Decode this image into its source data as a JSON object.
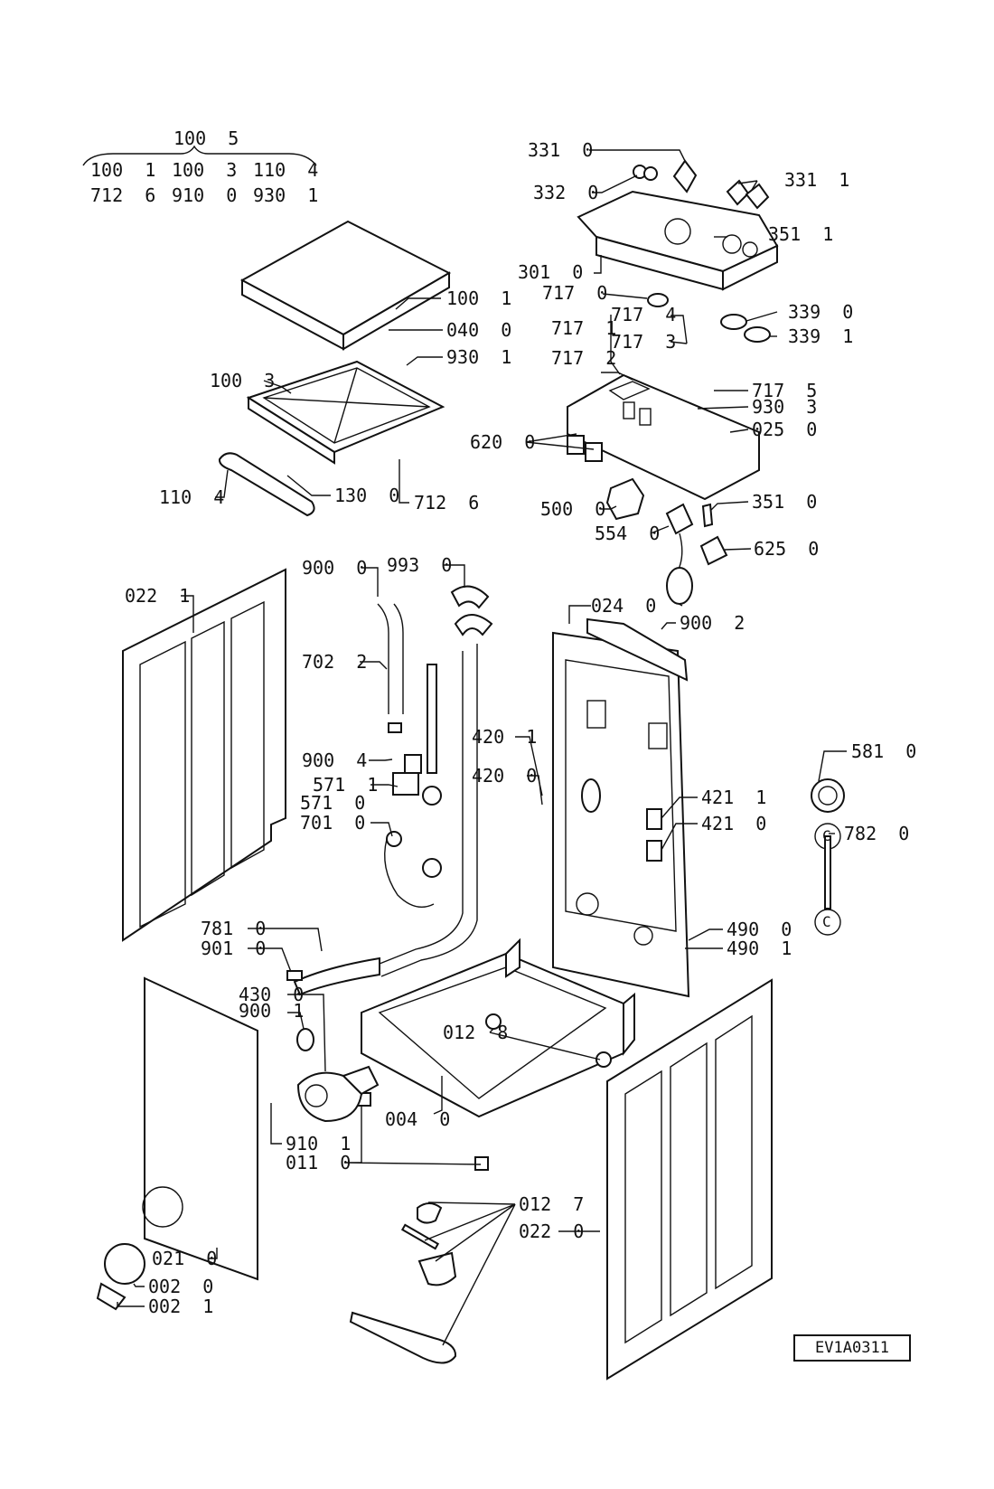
{
  "header_group": {
    "top": "100  5",
    "row1": [
      "100  1",
      "100  3",
      "110  4"
    ],
    "row2": [
      "712  6",
      "910  0",
      "930  1"
    ]
  },
  "callouts": [
    {
      "id": "c1005",
      "text": "100  5"
    },
    {
      "id": "c3310",
      "text": "331  0"
    },
    {
      "id": "c3320",
      "text": "332  0"
    },
    {
      "id": "c3311",
      "text": "331  1"
    },
    {
      "id": "c3511",
      "text": "351  1"
    },
    {
      "id": "c3010",
      "text": "301  0"
    },
    {
      "id": "c7170",
      "text": "717  0"
    },
    {
      "id": "c1001",
      "text": "100  1"
    },
    {
      "id": "c0400",
      "text": "040  0"
    },
    {
      "id": "c9301",
      "text": "930  1"
    },
    {
      "id": "c1003",
      "text": "100  3"
    },
    {
      "id": "c7174",
      "text": "717  4"
    },
    {
      "id": "c7171",
      "text": "717  1"
    },
    {
      "id": "c7173",
      "text": "717  3"
    },
    {
      "id": "c7172",
      "text": "717  2"
    },
    {
      "id": "c3390",
      "text": "339  0"
    },
    {
      "id": "c3391",
      "text": "339  1"
    },
    {
      "id": "c7175",
      "text": "717  5"
    },
    {
      "id": "c9303",
      "text": "930  3"
    },
    {
      "id": "c0250",
      "text": "025  0"
    },
    {
      "id": "c6200",
      "text": "620  0"
    },
    {
      "id": "c1104",
      "text": "110  4"
    },
    {
      "id": "c1300",
      "text": "130  0"
    },
    {
      "id": "c7126",
      "text": "712  6"
    },
    {
      "id": "c5000",
      "text": "500  0"
    },
    {
      "id": "c3510",
      "text": "351  0"
    },
    {
      "id": "c5540",
      "text": "554  0"
    },
    {
      "id": "c6250",
      "text": "625  0"
    },
    {
      "id": "c9000",
      "text": "900  0"
    },
    {
      "id": "c9930",
      "text": "993  0"
    },
    {
      "id": "c0221",
      "text": "022  1"
    },
    {
      "id": "c0240",
      "text": "024  0"
    },
    {
      "id": "c9002",
      "text": "900  2"
    },
    {
      "id": "c7022",
      "text": "702  2"
    },
    {
      "id": "c4201",
      "text": "420  1"
    },
    {
      "id": "c9004",
      "text": "900  4"
    },
    {
      "id": "c5711",
      "text": "571  1"
    },
    {
      "id": "c5810",
      "text": "581  0"
    },
    {
      "id": "c4200",
      "text": "420  0"
    },
    {
      "id": "c5710",
      "text": "571  0"
    },
    {
      "id": "c4211",
      "text": "421  1"
    },
    {
      "id": "c7010",
      "text": "701  0"
    },
    {
      "id": "c4210",
      "text": "421  0"
    },
    {
      "id": "c7820",
      "text": "782  0"
    },
    {
      "id": "c7810",
      "text": "781  0"
    },
    {
      "id": "c4900",
      "text": "490  0"
    },
    {
      "id": "c9010",
      "text": "901  0"
    },
    {
      "id": "c4901",
      "text": "490  1"
    },
    {
      "id": "c4300",
      "text": "430  0"
    },
    {
      "id": "c9001",
      "text": "900  1"
    },
    {
      "id": "c0128",
      "text": "012  8"
    },
    {
      "id": "c0040",
      "text": "004  0"
    },
    {
      "id": "c9101",
      "text": "910  1"
    },
    {
      "id": "c0110",
      "text": "011  0"
    },
    {
      "id": "c0127",
      "text": "012  7"
    },
    {
      "id": "c0220",
      "text": "022  0"
    },
    {
      "id": "c0210",
      "text": "021  0"
    },
    {
      "id": "c0020",
      "text": "002  0"
    },
    {
      "id": "c0021",
      "text": "002  1"
    }
  ],
  "connector_marks": [
    "C",
    "C"
  ],
  "drawing_ref": "EV1A0311"
}
